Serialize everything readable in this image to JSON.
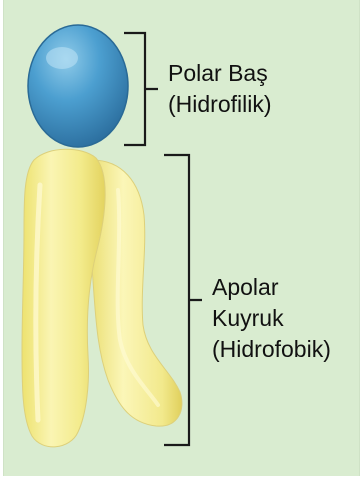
{
  "labels": {
    "head": {
      "line1": "Polar Baş",
      "line2": "(Hidrofilik)"
    },
    "tail": {
      "line1": "Apolar",
      "line2": "Kuyruk",
      "line3": "(Hidrofobik)"
    }
  },
  "colors": {
    "background": "#d9ecd0",
    "head": "#3f8fc7",
    "tail": "#f4ee9a",
    "bracket": "#1a1a1a"
  }
}
